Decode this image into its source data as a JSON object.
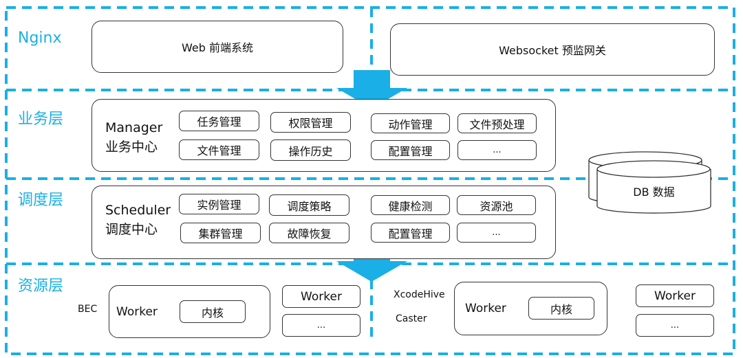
{
  "colors": {
    "accent": "#1aafe6",
    "stroke": "#333333"
  },
  "layers": {
    "nginx": {
      "label": "Nginx",
      "web": "Web 前端系统",
      "websocket": "Websocket 预监网关"
    },
    "business": {
      "label": "业务层",
      "center_en": "Manager",
      "center_zh": "业务中心",
      "modules": [
        "任务管理",
        "权限管理",
        "动作管理",
        "文件预处理",
        "文件管理",
        "操作历史",
        "配置管理",
        "..."
      ]
    },
    "scheduling": {
      "label": "调度层",
      "center_en": "Scheduler",
      "center_zh": "调度中心",
      "modules": [
        "实例管理",
        "调度策略",
        "健康检测",
        "资源池",
        "集群管理",
        "故障恢复",
        "配置管理",
        "..."
      ]
    },
    "resource": {
      "label": "资源层",
      "left_cluster": {
        "name": "BEC",
        "worker": "Worker",
        "kernel": "内核",
        "extra_worker": "Worker",
        "more": "..."
      },
      "right_cluster": {
        "name_1": "XcodeHive",
        "name_2": "Caster",
        "worker": "Worker",
        "kernel": "内核",
        "extra_worker": "Worker",
        "more": "..."
      }
    }
  },
  "database": {
    "label": "DB 数据"
  },
  "arrows": [
    {
      "from": "nginx",
      "to": "business"
    },
    {
      "from": "scheduling",
      "to": "resource"
    }
  ]
}
